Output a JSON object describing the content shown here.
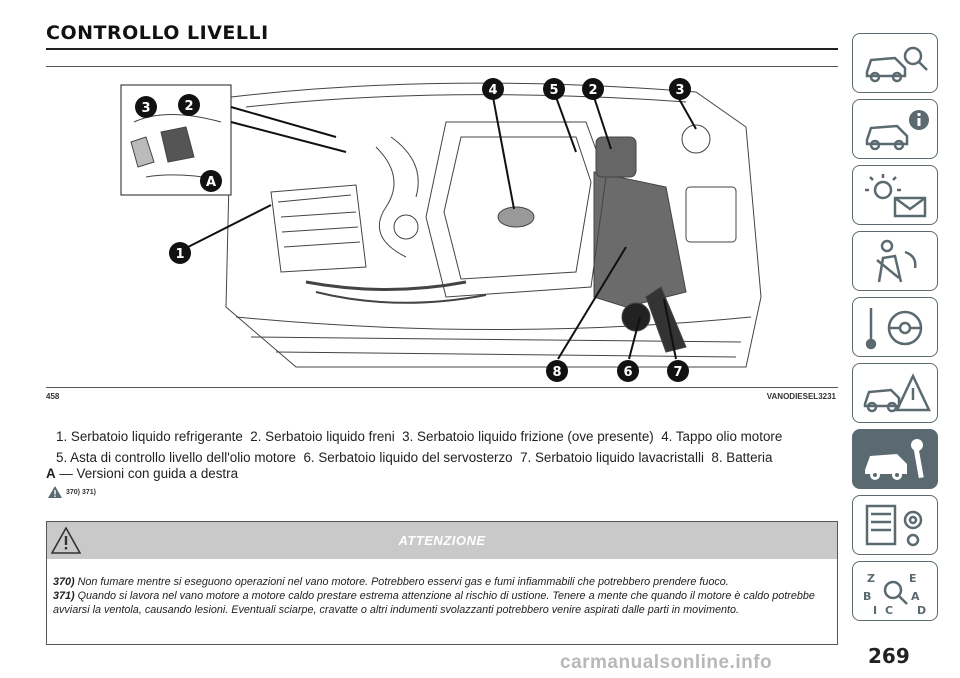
{
  "section": {
    "title": "CONTROLLO LIVELLI"
  },
  "figure": {
    "number": "458",
    "code": "VANODIESEL3231",
    "callouts": [
      "1",
      "2",
      "3",
      "4",
      "5",
      "6",
      "7",
      "8",
      "A"
    ],
    "inset_callouts": [
      "3",
      "2"
    ]
  },
  "legend": {
    "items": [
      "1. Serbatoio liquido refrigerante",
      "2. Serbatoio liquido freni",
      "3. Serbatoio liquido frizione (ove presente)",
      "4. Tappo olio motore",
      "5. Asta di controllo livello dell'olio motore",
      "6. Serbatoio liquido del servosterzo",
      "7. Serbatoio liquido lavacristalli",
      "8. Batteria"
    ]
  },
  "version_note": {
    "letter": "A",
    "text": "— Versioni con guida a destra"
  },
  "warning_refs": "370) 371)",
  "warning": {
    "title": "ATTENZIONE",
    "notes": [
      {
        "ref": "370)",
        "text": "Non fumare mentre si eseguono operazioni nel vano motore. Potrebbero esservi gas e fumi infiammabili che potrebbero prendere fuoco."
      },
      {
        "ref": "371)",
        "text": "Quando si lavora nel vano motore a motore caldo prestare estrema attenzione al rischio di ustione. Tenere a mente che quando il motore è caldo potrebbe avviarsi la ventola, causando lesioni. Eventuali sciarpe, cravatte o altri indumenti svolazzanti potrebbero venire aspirati dalle parti in movimento."
      }
    ]
  },
  "sidebar": {
    "tabs": [
      {
        "icon": "car-search-icon"
      },
      {
        "icon": "car-info-icon"
      },
      {
        "icon": "warning-lights-icon"
      },
      {
        "icon": "seatbelt-airbag-icon"
      },
      {
        "icon": "steering-key-icon"
      },
      {
        "icon": "car-emergency-icon"
      },
      {
        "icon": "car-maintenance-icon",
        "active": true
      },
      {
        "icon": "technical-data-icon"
      },
      {
        "icon": "alphabetical-index-icon"
      }
    ]
  },
  "page": {
    "number": "269"
  },
  "watermark": "carmanualsonline.info",
  "colors": {
    "tab_border": "#5a6a70",
    "active_tab": "#5a6a70",
    "warning_header": "#c9c9c9"
  }
}
